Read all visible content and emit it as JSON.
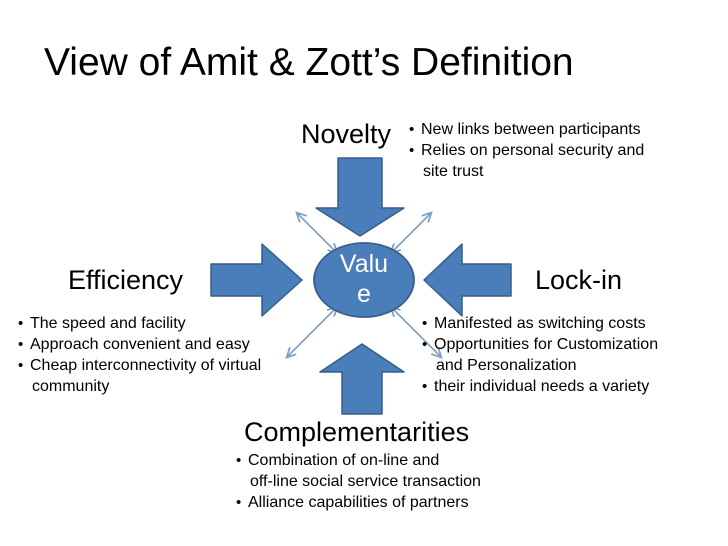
{
  "slide": {
    "title": "View of Amit & Zott’s Definition",
    "background_color": "#ffffff",
    "text_color": "#000000"
  },
  "colors": {
    "block_arrow_fill": "#4A7EBB",
    "block_arrow_stroke": "#385D8A",
    "ellipse_fill": "#4A7EBB",
    "ellipse_stroke": "#385D8A",
    "thin_arrow_stroke": "#7F9FC4",
    "ellipse_text": "#ffffff"
  },
  "center": {
    "label": "Value",
    "label_line1": "Valu",
    "label_line2": "e",
    "shape": "ellipse"
  },
  "nodes": {
    "novelty": {
      "heading": "Novelty",
      "bullets": [
        {
          "text": "New links between participants",
          "dot": true
        },
        {
          "text": "Relies on personal security and",
          "dot": true
        },
        {
          "text": "site trust",
          "dot": false
        }
      ]
    },
    "efficiency": {
      "heading": "Efficiency",
      "bullets": [
        {
          "text": "The speed and facility",
          "dot": true
        },
        {
          "text": "Approach convenient and easy",
          "dot": true
        },
        {
          "text": "Cheap interconnectivity of virtual",
          "dot": true
        },
        {
          "text": "community",
          "dot": false
        }
      ]
    },
    "lockin": {
      "heading": "Lock-in",
      "bullets": [
        {
          "text": "Manifested as switching costs",
          "dot": true
        },
        {
          "text": "Opportunities for Customization",
          "dot": true
        },
        {
          "text": "and Personalization",
          "dot": false
        },
        {
          "text": "their individual needs a variety",
          "dot": true
        }
      ]
    },
    "complementarities": {
      "heading": "Complementarities",
      "bullets": [
        {
          "text": "Combination of on-line and",
          "dot": true
        },
        {
          "text": "off-line social service transaction",
          "dot": false
        },
        {
          "text": "Alliance capabilities of partners",
          "dot": true
        }
      ]
    }
  },
  "arrows": {
    "block": [
      {
        "name": "arrow-top-down",
        "direction": "down"
      },
      {
        "name": "arrow-left-right",
        "direction": "right"
      },
      {
        "name": "arrow-right-left",
        "direction": "left"
      },
      {
        "name": "arrow-bottom-up",
        "direction": "up"
      }
    ],
    "diagonal": [
      {
        "name": "diagonal-arrow-top-left",
        "double_headed": true
      },
      {
        "name": "diagonal-arrow-top-right",
        "double_headed": true
      },
      {
        "name": "diagonal-arrow-bottom-left",
        "double_headed": true
      },
      {
        "name": "diagonal-arrow-bottom-right",
        "double_headed": true
      }
    ]
  }
}
